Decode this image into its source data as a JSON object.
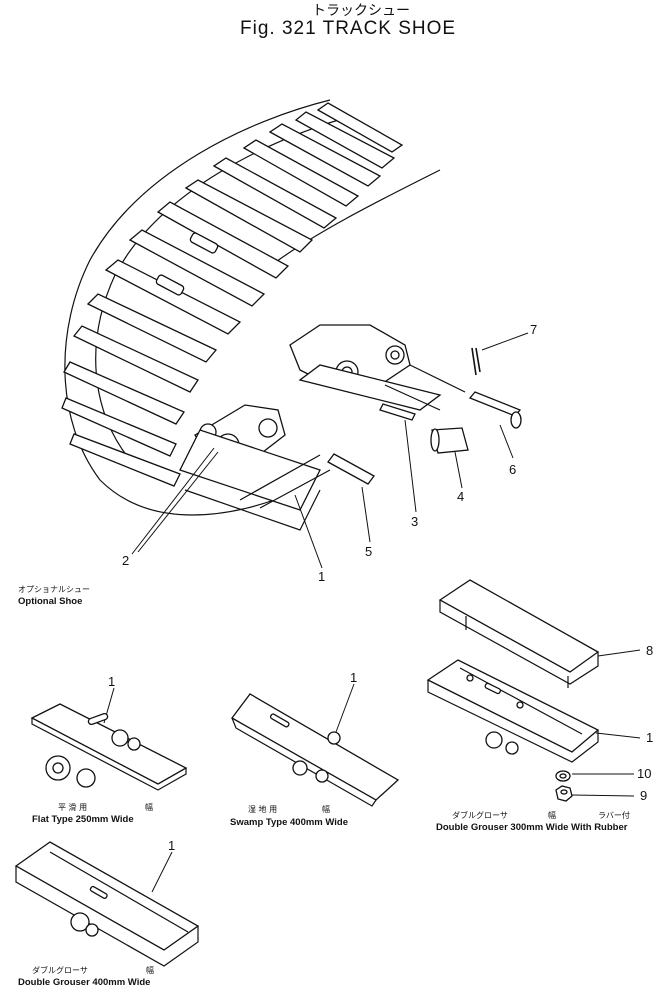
{
  "figure": {
    "title_jp": "トラックシュー",
    "title": "Fig. 321 TRACK SHOE"
  },
  "callouts": [
    {
      "id": "c7",
      "label": "7"
    },
    {
      "id": "c6",
      "label": "6"
    },
    {
      "id": "c4",
      "label": "4"
    },
    {
      "id": "c3",
      "label": "3"
    },
    {
      "id": "c5",
      "label": "5"
    },
    {
      "id": "c1a",
      "label": "1"
    },
    {
      "id": "c2",
      "label": "2"
    },
    {
      "id": "c8",
      "label": "8"
    },
    {
      "id": "c1b",
      "label": "1"
    },
    {
      "id": "c10",
      "label": "10"
    },
    {
      "id": "c9",
      "label": "9"
    },
    {
      "id": "c1c",
      "label": "1"
    },
    {
      "id": "c1d",
      "label": "1"
    },
    {
      "id": "c1e",
      "label": "1"
    }
  ],
  "optional": {
    "jp": "オプショナルシュー",
    "en": "Optional  Shoe"
  },
  "variants": {
    "flat": {
      "jp1": "平 滑 用",
      "jp2": "幅",
      "en": "Flat  Type  250mm  Wide"
    },
    "swamp": {
      "jp1": "湿 地 用",
      "jp2": "幅",
      "en": "Swamp  Type  400mm  Wide"
    },
    "double300": {
      "jp1": "ダブルグローサ",
      "jp2": "幅",
      "jp3": "ラバー付",
      "en": "Double  Grouser  300mm  Wide  With  Rubber"
    },
    "double400": {
      "jp1": "ダブルグローサ",
      "jp2": "幅",
      "en": "Double  Grouser  400mm  Wide"
    }
  }
}
